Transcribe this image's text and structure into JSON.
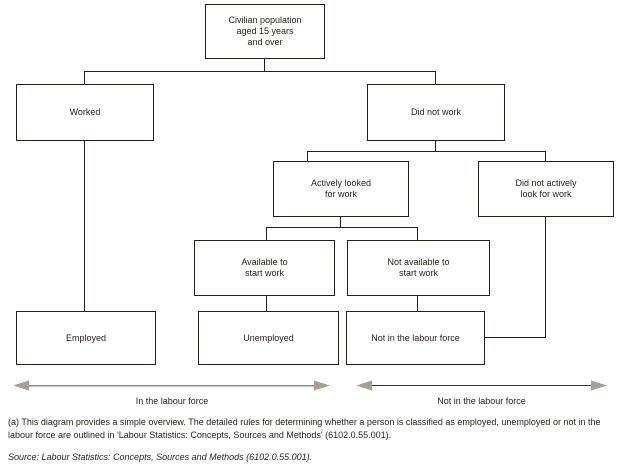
{
  "diagram": {
    "nodes": {
      "civilian": "Civilian population aged 15 years and over",
      "worked": "Worked",
      "did_not_work": "Did not work",
      "actively_looked": "Actively looked for work",
      "did_not_actively": "Did not actively look for work",
      "available": "Available to start work",
      "not_available": "Not available to start work",
      "employed": "Employed",
      "unemployed": "Unemployed",
      "not_in_labour_force": "Not in the labour force"
    },
    "axis_labels": {
      "in_labour_force": "In the labour force",
      "not_in_labour_force": "Not in the labour force"
    },
    "colors": {
      "line": "#241e17",
      "arrow_head": "#a59f97",
      "arrow_line_left": "#8f8c86",
      "arrow_line_right": "#38332c"
    }
  },
  "footnote": "(a) This diagram provides a simple overview. The detailed rules for determining whether a person is classified as employed, unemployed or not in the labour force are outlined in 'Labour Statistics: Concepts, Sources and Methods' (6102.0.55.001).",
  "source": "Source: Labour Statistics: Concepts, Sources and Methods (6102.0.55.001)."
}
